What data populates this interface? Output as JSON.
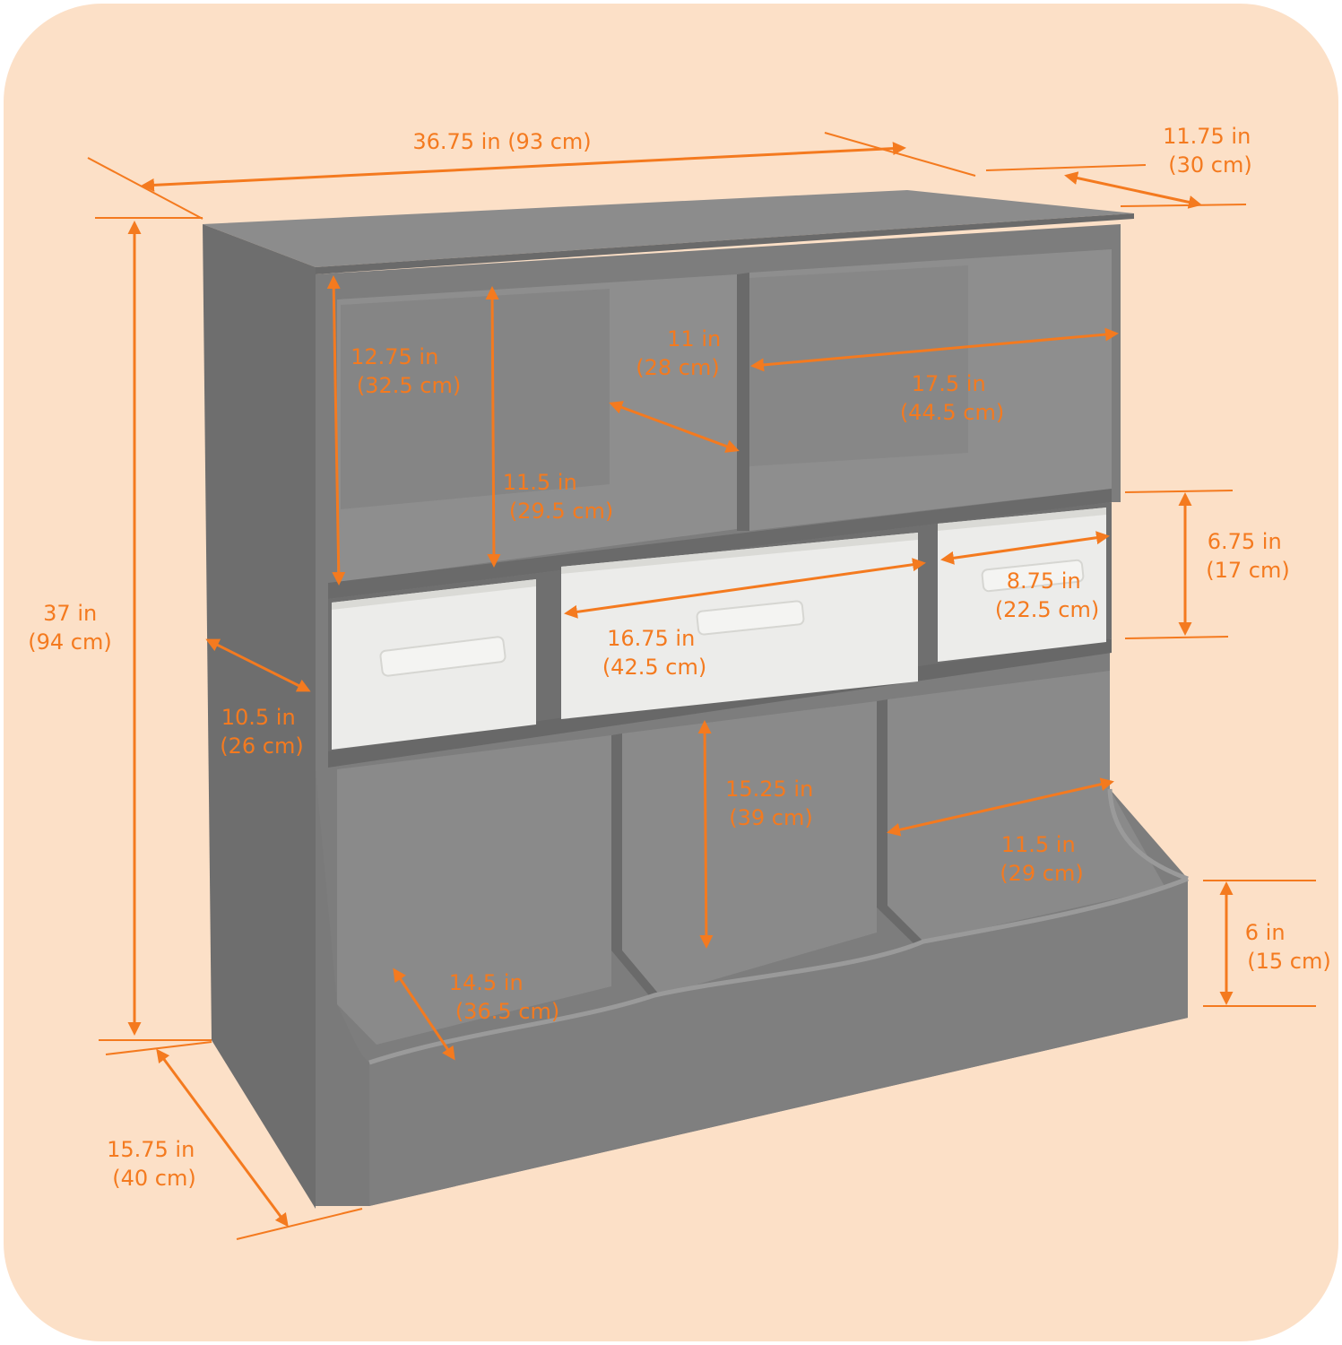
{
  "colors": {
    "background": "#FCE0C7",
    "frame": "#ffffff",
    "accent": "#F47A1F",
    "cabinet_front": "#7D7D7D",
    "cabinet_side": "#6E6E6E",
    "cabinet_inner": "#8E8E8E",
    "cabinet_dark": "#5F5F5F",
    "bin_fabric": "#ECECEA"
  },
  "dimensions": {
    "overall_width": {
      "imperial": "36.75 in",
      "metric": "(93 cm)"
    },
    "overall_depth": {
      "imperial": "11.75 in",
      "metric": "(30 cm)"
    },
    "overall_height": {
      "imperial": "37 in",
      "metric": "(94 cm)"
    },
    "base_depth": {
      "imperial": "15.75 in",
      "metric": "(40 cm)"
    },
    "side_depth": {
      "imperial": "10.5 in",
      "metric": "(26 cm)"
    },
    "upper_cubby_height": {
      "imperial": "12.75 in",
      "metric": "(32.5 cm)"
    },
    "upper_cubby_inner_height": {
      "imperial": "11.5 in",
      "metric": "(29.5 cm)"
    },
    "upper_cubby_depth": {
      "imperial": "11 in",
      "metric": "(28 cm)"
    },
    "upper_cubby_width": {
      "imperial": "17.5 in",
      "metric": "(44.5 cm)"
    },
    "drawer_row_height": {
      "imperial": "6.75 in",
      "metric": "(17 cm)"
    },
    "small_bin_width": {
      "imperial": "8.75 in",
      "metric": "(22.5 cm)"
    },
    "large_bin_width": {
      "imperial": "16.75 in",
      "metric": "(42.5 cm)"
    },
    "lower_bin_height": {
      "imperial": "15.25 in",
      "metric": "(39 cm)"
    },
    "lower_bin_width": {
      "imperial": "11.5 in",
      "metric": "(29 cm)"
    },
    "lower_bin_front_height": {
      "imperial": "6 in",
      "metric": "(15 cm)"
    },
    "lower_bin_depth": {
      "imperial": "14.5 in",
      "metric": "(36.5 cm)"
    }
  }
}
